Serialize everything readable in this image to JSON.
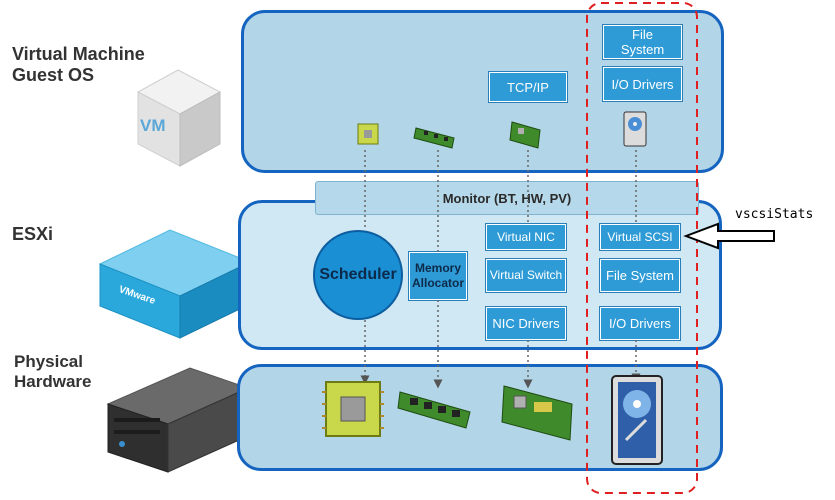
{
  "layers": {
    "vm_label_line1": "Virtual Machine",
    "vm_label_line2": "Guest OS",
    "esxi_label": "ESXi",
    "hw_label_line1": "Physical",
    "hw_label_line2": "Hardware"
  },
  "cube_labels": {
    "vm": "VM",
    "vmware": "VMware"
  },
  "guest": {
    "file_system_line1": "File",
    "file_system_line2": "System",
    "io_drivers": "I/O Drivers",
    "tcpip": "TCP/IP"
  },
  "monitor": {
    "label": "Monitor (BT, HW, PV)"
  },
  "esxi": {
    "scheduler": "Scheduler",
    "memory_allocator_line1": "Memory",
    "memory_allocator_line2": "Allocator",
    "virtual_nic": "Virtual NIC",
    "virtual_switch": "Virtual Switch",
    "nic_drivers": "NIC Drivers",
    "virtual_scsi": "Virtual SCSI",
    "file_system": "File System",
    "io_drivers": "I/O Drivers"
  },
  "annotation": {
    "label": "vscsiStats"
  },
  "colors": {
    "layer_border": "#1565c0",
    "guest_fill": "#b3d5e8",
    "esxi_fill": "#cfe8f3",
    "hw_fill": "#b3d5e8",
    "box_fill": "#2e9bd6",
    "highlight_dash": "#e02020"
  }
}
